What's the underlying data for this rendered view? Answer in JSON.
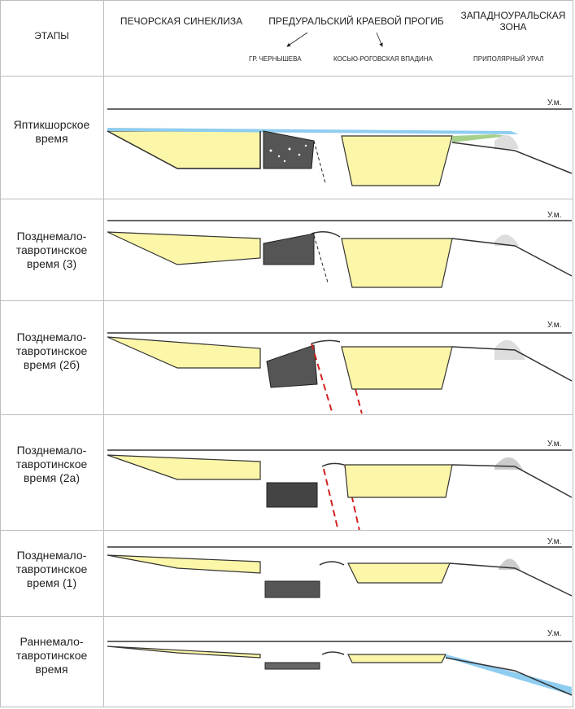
{
  "header": {
    "col_stages": "ЭТАПЫ",
    "col_pechora": "ПЕЧОРСКАЯ СИНЕКЛИЗА",
    "col_foredeep": "ПРЕДУРАЛЬСКИЙ КРАЕВОЙ ПРОГИБ",
    "col_west_ural_line1": "ЗАПАДНОУРАЛЬСКАЯ",
    "col_west_ural_line2": "ЗОНА",
    "sub_chernyshev": "ГР. ЧЕРНЫШЕВА",
    "sub_kosyu": "КОСЬЮ-РОГОВСКАЯ ВПАДИНА",
    "sub_polar_ural": "ПРИПОЛЯРНЫЙ УРАЛ"
  },
  "sea_level_label": "У.м.",
  "stages": [
    {
      "line1": "Яптикшорское",
      "line2": "время",
      "line3": ""
    },
    {
      "line1": "Позднемало-",
      "line2": "тавротинское",
      "line3": "время (3)"
    },
    {
      "line1": "Позднемало-",
      "line2": "тавротинское",
      "line3": "время (2б)"
    },
    {
      "line1": "Позднемало-",
      "line2": "тавротинское",
      "line3": "время (2а)"
    },
    {
      "line1": "Позднемало-",
      "line2": "тавротинское",
      "line3": "время (1)"
    },
    {
      "line1": "Раннемало-",
      "line2": "тавротинское",
      "line3": "время"
    }
  ],
  "colors": {
    "sediment_yellow": "#fbf6a8",
    "sea_blue": "#8ecdf0",
    "fault_red": "#d32222",
    "basin_dark": "#3a3a3a",
    "uplift_gray": "#c8c8c8",
    "shelf_green": "#a8d08d"
  }
}
